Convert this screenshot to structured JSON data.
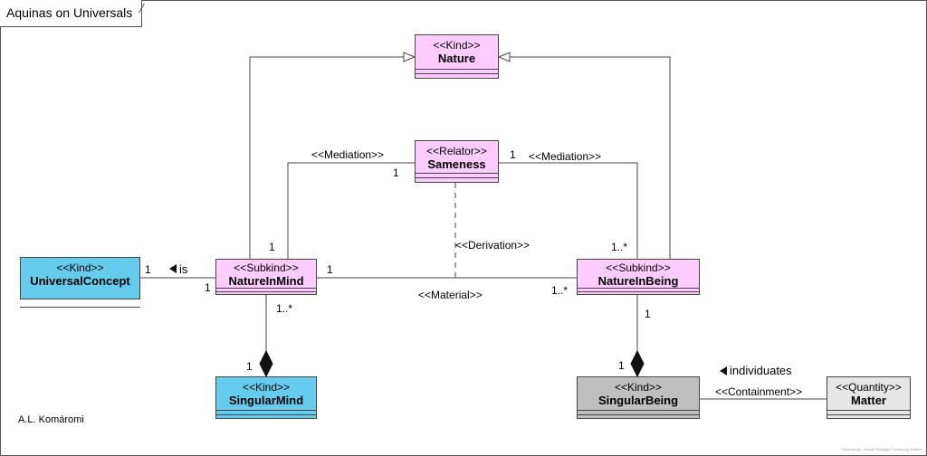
{
  "diagram": {
    "title": "Aquinas on Universals",
    "author": "A.L. Komáromi",
    "footer": "Powered By : Visual Paradigm Community Edition"
  },
  "classes": {
    "nature": {
      "stereotype": "<<Kind>>",
      "name": "Nature"
    },
    "sameness": {
      "stereotype": "<<Relator>>",
      "name": "Sameness"
    },
    "universal_concept": {
      "stereotype": "<<Kind>>",
      "name": "UniversalConcept"
    },
    "nature_in_mind": {
      "stereotype": "<<Subkind>>",
      "name": "NatureInMind"
    },
    "nature_in_being": {
      "stereotype": "<<Subkind>>",
      "name": "NatureInBeing"
    },
    "singular_mind": {
      "stereotype": "<<Kind>>",
      "name": "SingularMind"
    },
    "singular_being": {
      "stereotype": "<<Kind>>",
      "name": "SingularBeing"
    },
    "matter": {
      "stereotype": "<<Quantity>>",
      "name": "Matter"
    }
  },
  "labels": {
    "mediation_left": "<<Mediation>>",
    "mediation_right": "<<Mediation>>",
    "derivation": "<<Derivation>>",
    "material": "<<Material>>",
    "is": "is",
    "individuates": "individuates",
    "containment": "<<Containment>>"
  },
  "multiplicities": {
    "sameness_left": "1",
    "sameness_right": "1",
    "natureinmind_mediation": "1",
    "natureinbeing_mediation": "1..*",
    "universalconcept_is": "1",
    "natureinmind_is": "1",
    "natureinmind_material": "1",
    "natureinbeing_material": "1..*",
    "natureinmind_whole": "1..*",
    "singularmind_part": "1",
    "natureinbeing_whole": "1",
    "singularbeing_part": "1"
  },
  "colors": {
    "kind_blue": "#66ccee",
    "subkind_pink": "#ffccff",
    "singular_being_grey": "#bfbfbf",
    "quantity_light_grey": "#e6e6e6"
  }
}
